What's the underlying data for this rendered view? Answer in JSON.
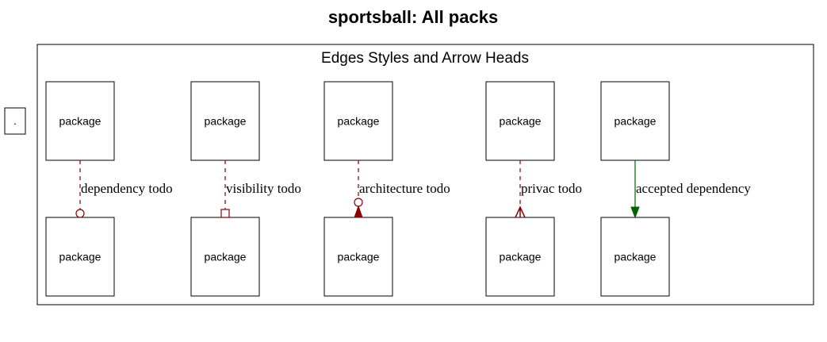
{
  "title": "sportsball: All packs",
  "cluster": {
    "label": "Edges Styles and Arrow Heads"
  },
  "root_node": {
    "label": "."
  },
  "colors": {
    "todo_edge": "#8b0000",
    "accepted_edge": "#006400",
    "stroke": "#000000"
  },
  "columns": [
    {
      "top_label": "package",
      "bottom_label": "package",
      "edge_label": "dependency todo",
      "edge_style": "dashed",
      "arrowhead": "odot",
      "edge_kind": "todo"
    },
    {
      "top_label": "package",
      "bottom_label": "package",
      "edge_label": "visibility todo",
      "edge_style": "dashed",
      "arrowhead": "obox",
      "edge_kind": "todo"
    },
    {
      "top_label": "package",
      "bottom_label": "package",
      "edge_label": "architecture todo",
      "edge_style": "dashed",
      "arrowhead": "normal-odot",
      "edge_kind": "todo"
    },
    {
      "top_label": "package",
      "bottom_label": "package",
      "edge_label": "privac todo",
      "edge_style": "dashed",
      "arrowhead": "crow",
      "edge_kind": "todo"
    },
    {
      "top_label": "package",
      "bottom_label": "package",
      "edge_label": "accepted dependency",
      "edge_style": "solid",
      "arrowhead": "normal",
      "edge_kind": "accepted"
    }
  ]
}
